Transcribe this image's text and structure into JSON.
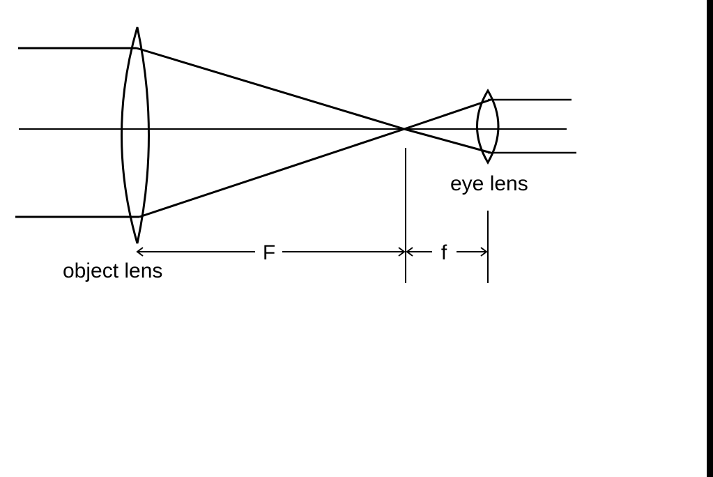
{
  "labels": {
    "object_lens": "object lens",
    "eye_lens": "eye lens",
    "focal_long": "F",
    "focal_short": "f"
  },
  "colors": {
    "background": "#ffffff",
    "ink": "#000000"
  }
}
